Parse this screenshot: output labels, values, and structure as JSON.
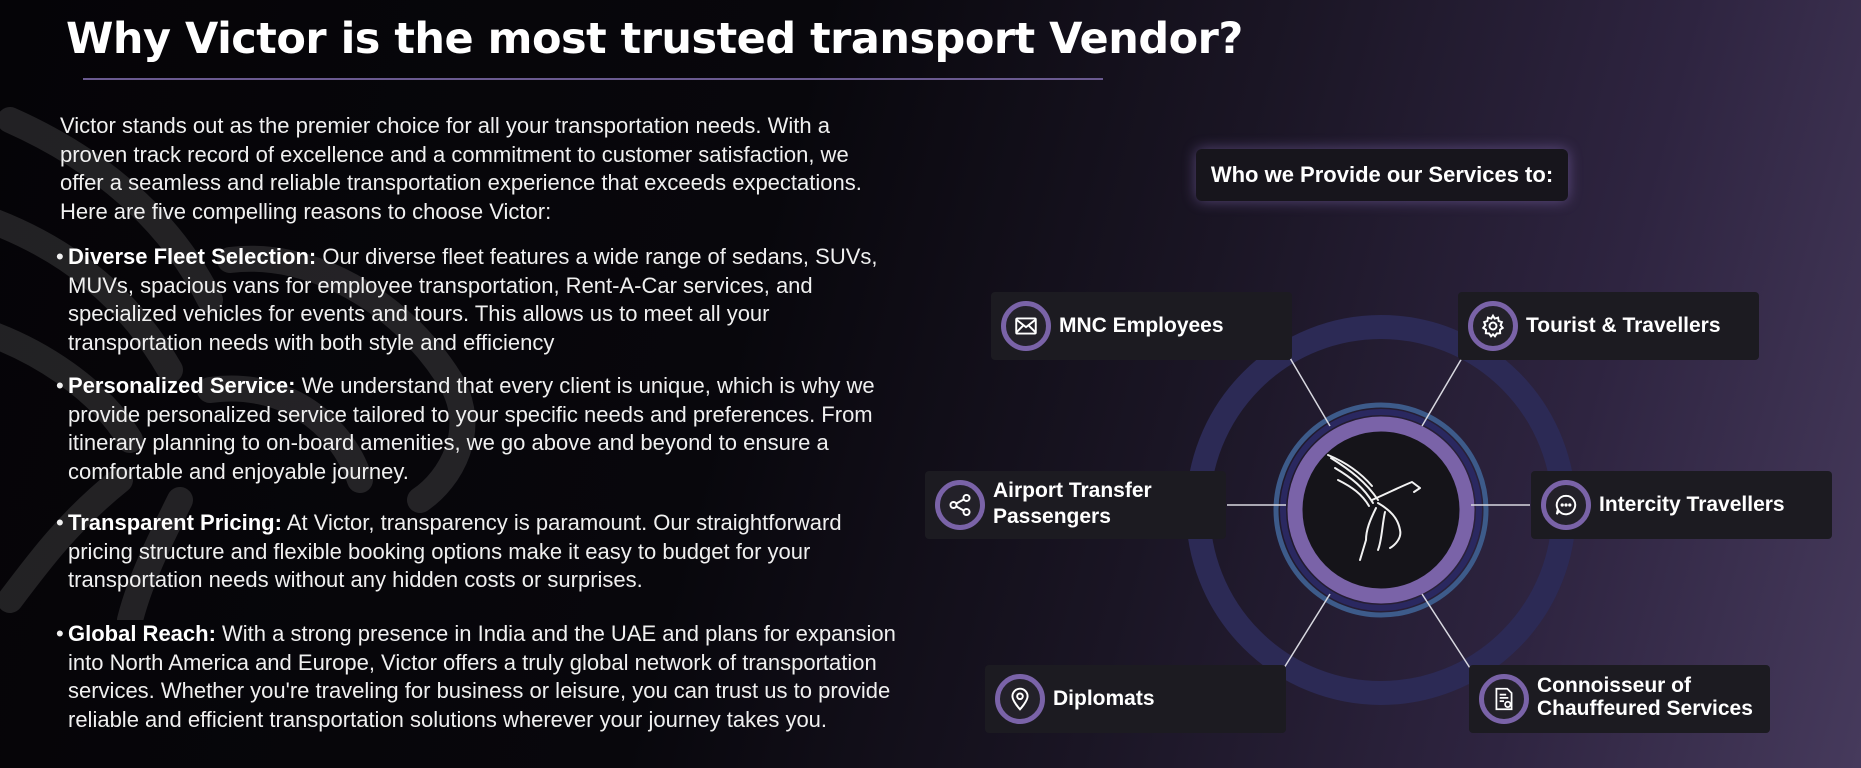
{
  "title": "Why Victor is the most trusted transport Vendor?",
  "intro": "Victor  stands out as the premier choice for all your transportation needs. With a proven track record of excellence and a commitment to customer satisfaction, we offer a seamless and reliable transportation experience that exceeds expectations. Here are five compelling reasons to choose Victor:",
  "bullets": [
    {
      "heading": "Diverse Fleet Selection:",
      "body": " Our diverse fleet features a wide range of sedans, SUVs, MUVs, spacious vans for employee transportation, Rent-A-Car services, and specialized vehicles for events and tours. This allows us to meet all your transportation needs with both style and efficiency"
    },
    {
      "heading": "Personalized Service:",
      "body": " We understand that every client is unique, which is why we provide personalized service tailored to your specific needs and preferences. From itinerary planning to on-board amenities, we go above and beyond to ensure a comfortable and enjoyable journey."
    },
    {
      "heading": "Transparent Pricing:",
      "body": " At Victor, transparency is paramount. Our straightforward pricing structure and flexible booking options make it easy to budget for your transportation needs without any hidden costs or surprises."
    },
    {
      "heading": "Global Reach:",
      "body": " With a strong presence in India and the UAE and plans for expansion into North America and Europe, Victor offers a truly global network of transportation services. Whether you're traveling for business or leisure, you can trust us to provide reliable and efficient transportation solutions wherever your journey takes you."
    }
  ],
  "services": {
    "heading": "Who we Provide our Services to:",
    "items": [
      {
        "label": "MNC Employees",
        "icon": "envelope-icon"
      },
      {
        "label": "Tourist & Travellers",
        "icon": "gear-icon"
      },
      {
        "label": "Airport Transfer Passengers",
        "icon": "share-icon"
      },
      {
        "label": "Intercity Travellers",
        "icon": "chat-bubble-icon"
      },
      {
        "label": "Diplomats",
        "icon": "map-pin-icon"
      },
      {
        "label": "Connoisseur of Chauffeured Services",
        "icon": "receipt-icon"
      }
    ],
    "center_logo": "pegasus-logo"
  },
  "colors": {
    "accent_purple": "#7a63a8",
    "ring_navy": "#2c2a55",
    "ring_blue": "#3d5b8a",
    "card_bg": "#1c1b21"
  }
}
